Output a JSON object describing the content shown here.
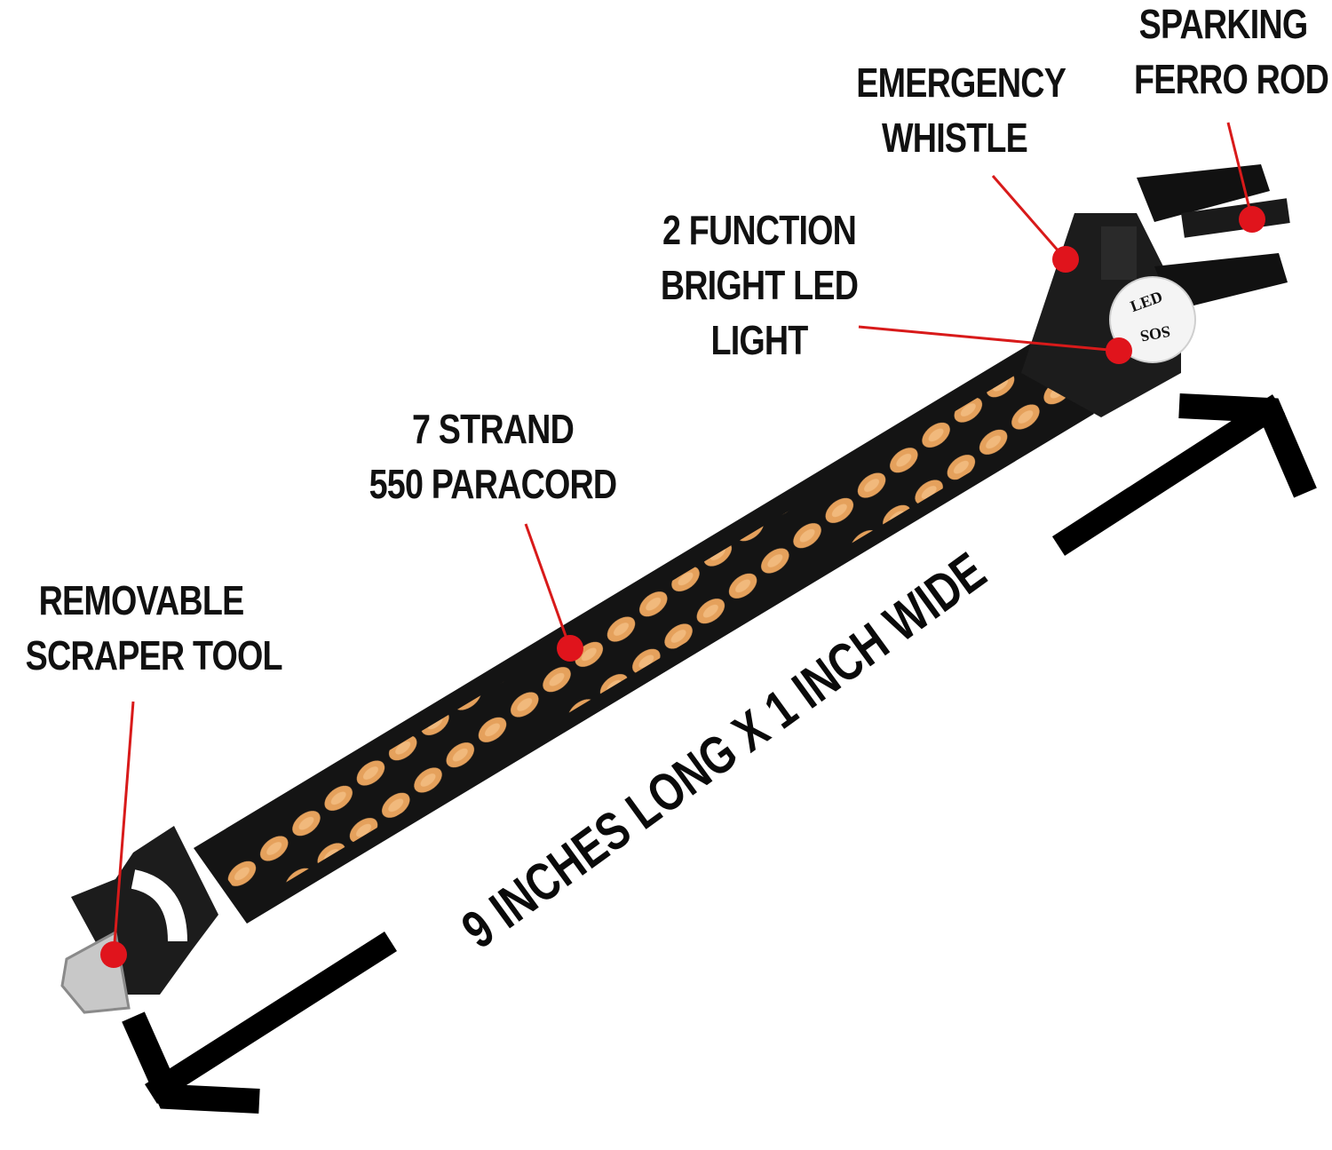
{
  "labels": {
    "scraper": [
      "REMOVABLE",
      "SCRAPER TOOL"
    ],
    "paracord": [
      "7 STRAND",
      "550 PARACORD"
    ],
    "led": [
      "2 FUNCTION",
      "BRIGHT LED",
      "LIGHT"
    ],
    "whistle": [
      "EMERGENCY",
      "WHISTLE"
    ],
    "ferro": [
      "SPARKING",
      "FERRO ROD"
    ]
  },
  "dimension": "9 INCHES LONG X 1 INCH WIDE",
  "led_badge": {
    "top": "LED",
    "middle": "SOS"
  },
  "colors": {
    "marker": "#e0141c",
    "leader": "#d81a1a",
    "cord_black": "#141414",
    "cord_orange": "#f0a860",
    "buckle": "#1c1c1c",
    "scraper_metal": "#c8c8c8",
    "arrow": "#000000"
  }
}
